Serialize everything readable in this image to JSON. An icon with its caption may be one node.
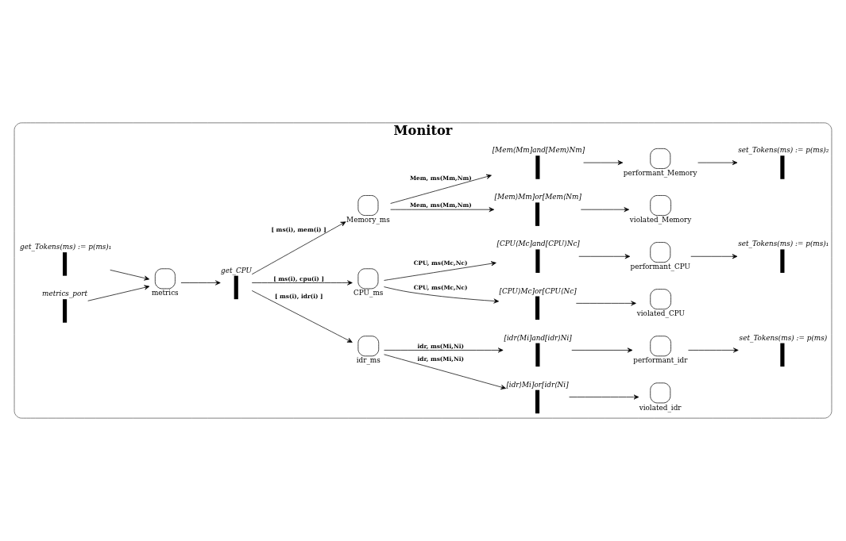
{
  "diagram": {
    "nodes": [
      {
        "text": [
          "Monitor"
        ]
      },
      {
        "text": [
          "get_Tokens(ms) := p(ms)₁"
        ],
        "in": 0
      },
      {
        "text": [
          "metrics_port"
        ],
        "in": 0
      },
      {
        "text": [
          "metrics"
        ],
        "in": 0
      },
      {
        "text": [
          "get_CPU"
        ],
        "in": 0
      },
      {
        "text": [
          "idr_ms"
        ],
        "in": 0
      },
      {
        "text": [
          "CPU_ms"
        ],
        "in": 0
      },
      {
        "text": [
          "Memory_ms"
        ],
        "in": 0
      },
      {
        "text": [
          "[idr⟩Mi]or[idr⟨Ni]"
        ],
        "in": 0
      },
      {
        "text": [
          "violated_idr"
        ],
        "in": 0
      },
      {
        "text": [
          "[idr⟨Mi]and[idr⟩Ni]"
        ],
        "in": 0
      },
      {
        "text": [
          "performant_idr"
        ],
        "in": 0
      },
      {
        "text": [
          "set_Tokens(ms) := p(ms)"
        ],
        "in": 0
      },
      {
        "text": [
          "[CPU⟩Mc]or[CPU⟨Nc]"
        ],
        "in": 0
      },
      {
        "text": [
          "violated_CPU"
        ],
        "in": 0
      },
      {
        "text": [
          "[CPU⟨Mc]and[CPU⟩Nc]"
        ],
        "in": 0
      },
      {
        "text": [
          "performant_CPU"
        ],
        "in": 0
      },
      {
        "text": [
          "set_Tokens(ms) := p(ms)₁"
        ],
        "in": 0
      },
      {
        "text": [
          "[Mem⟩Mm]or[Mem⟨Nm]"
        ],
        "in": 0
      },
      {
        "text": [
          "violated_Memory"
        ],
        "in": 0
      },
      {
        "text": [
          "[Mem⟨Mm]and[Mem⟩Nm]"
        ],
        "in": 0
      },
      {
        "text": [
          "performant_Memory"
        ],
        "in": 0
      },
      {
        "text": [
          "set_Tokens(ms) := p(ms)₂"
        ],
        "in": 0
      }
    ],
    "edges": [
      {
        "from": 1,
        "to": 3,
        "arrow": "to"
      },
      {
        "from": 2,
        "to": 3,
        "arrow": "to"
      },
      {
        "from": 3,
        "to": 4,
        "arrow": "to"
      },
      {
        "from": 4,
        "to": 5,
        "arrow": "to",
        "label": "[ ms(i), idr(i) ]"
      },
      {
        "from": 4,
        "to": 6,
        "arrow": "to",
        "label": "[ ms(i), cpu(i) ]"
      },
      {
        "from": 4,
        "to": 7,
        "arrow": "to",
        "label": "[ ms(i), mem(i) ]"
      },
      {
        "from": 5,
        "to": 8,
        "arrow": "to",
        "label": "idr, ms(Mi,Ni)"
      },
      {
        "from": 5,
        "to": 10,
        "arrow": "to",
        "label": "idr, ms(Mi,Ni)"
      },
      {
        "from": 8,
        "to": 9,
        "arrow": "to"
      },
      {
        "from": 10,
        "to": 11,
        "arrow": "to"
      },
      {
        "from": 11,
        "to": 12,
        "arrow": "to"
      },
      {
        "from": 6,
        "to": 13,
        "arrow": "to",
        "label": "CPU, ms(Mc,Nc)"
      },
      {
        "from": 6,
        "to": 15,
        "arrow": "to",
        "label": "CPU, ms(Mc,Nc)"
      },
      {
        "from": 13,
        "to": 14,
        "arrow": "to"
      },
      {
        "from": 15,
        "to": 16,
        "arrow": "to"
      },
      {
        "from": 16,
        "to": 17,
        "arrow": "to"
      },
      {
        "from": 7,
        "to": 18,
        "arrow": "to",
        "label": "Mem, ms(Mm,Nm)"
      },
      {
        "from": 7,
        "to": 20,
        "arrow": "to",
        "label": "Mem, ms(Mm,Nm)"
      },
      {
        "from": 18,
        "to": 19,
        "arrow": "to"
      },
      {
        "from": 20,
        "to": 21,
        "arrow": "to"
      },
      {
        "from": 21,
        "to": 22,
        "arrow": "to"
      }
    ]
  }
}
